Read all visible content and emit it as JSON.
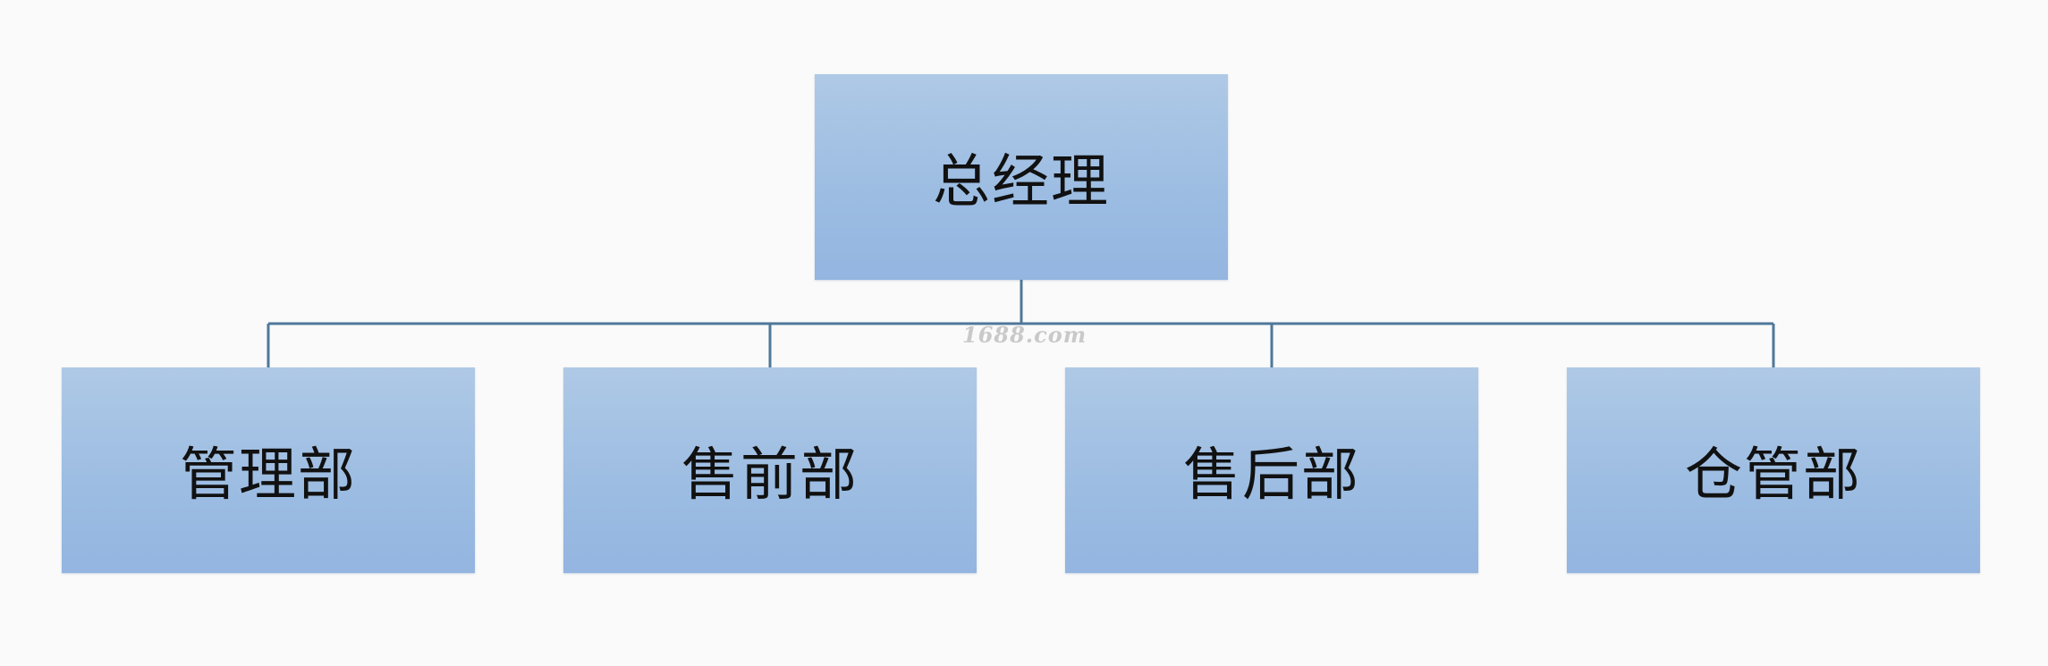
{
  "org_chart": {
    "root": {
      "label": "总经理"
    },
    "children": [
      {
        "label": "管理部"
      },
      {
        "label": "售前部"
      },
      {
        "label": "售后部"
      },
      {
        "label": "仓管部"
      }
    ]
  },
  "watermark": "1688.com",
  "colors": {
    "box_top": "#afc9e6",
    "box_bottom": "#93b5e0",
    "connector": "#4f7899",
    "background": "#fafafa",
    "text": "#111111"
  }
}
